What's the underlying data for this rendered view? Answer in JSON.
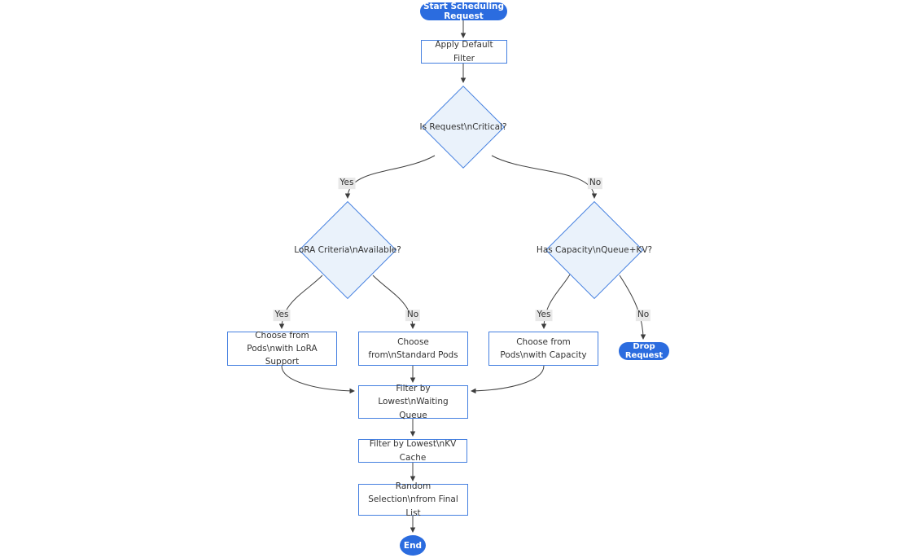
{
  "diagram": {
    "nodes": {
      "start": {
        "label": "Start Scheduling Request",
        "shape": "pill"
      },
      "apply_filter": {
        "label": "Apply Default Filter",
        "shape": "rect"
      },
      "is_critical": {
        "label": "Is Request\\nCritical?",
        "shape": "diamond"
      },
      "lora_criteria": {
        "label": "LoRA Criteria\\nAvailable?",
        "shape": "diamond"
      },
      "has_capacity": {
        "label": "Has Capacity\\nQueue+KV?",
        "shape": "diamond"
      },
      "choose_lora": {
        "label": "Choose from Pods\\nwith LoRA Support",
        "shape": "rect"
      },
      "choose_standard": {
        "label": "Choose from\\nStandard Pods",
        "shape": "rect"
      },
      "choose_capacity": {
        "label": "Choose from Pods\\nwith Capacity",
        "shape": "rect"
      },
      "drop_request": {
        "label": "Drop Request",
        "shape": "pill"
      },
      "filter_waiting": {
        "label": "Filter by Lowest\\nWaiting Queue",
        "shape": "rect"
      },
      "filter_kv": {
        "label": "Filter by Lowest\\nKV Cache",
        "shape": "rect"
      },
      "random_selection": {
        "label": "Random Selection\\nfrom Final List",
        "shape": "rect"
      },
      "end": {
        "label": "End",
        "shape": "pill"
      }
    },
    "edge_labels": {
      "critical_yes": "Yes",
      "critical_no": "No",
      "lora_yes": "Yes",
      "lora_no": "No",
      "capacity_yes": "Yes",
      "capacity_no": "No"
    },
    "colors": {
      "pill_fill": "#2b6cdf",
      "pill_text": "#ffffff",
      "shape_border": "#4580e0",
      "diamond_fill": "#eaf2fb",
      "rect_fill": "#ffffff",
      "edge_stroke": "#404040",
      "label_bg": "#e8e8e8",
      "text": "#333333",
      "canvas": "#ffffff"
    }
  }
}
